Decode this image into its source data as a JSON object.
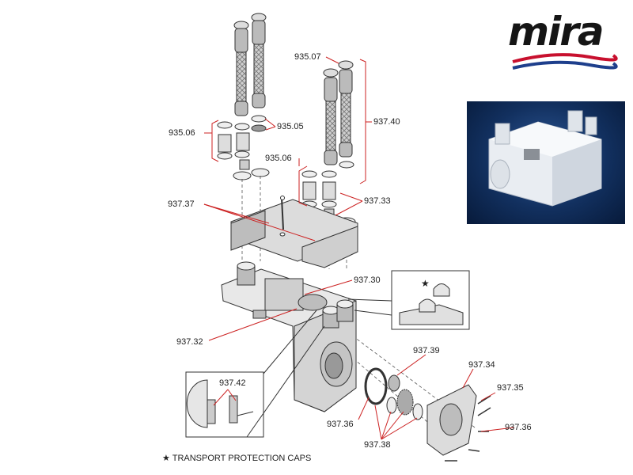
{
  "brand": {
    "name": "mira",
    "color": "#151515",
    "swoosh_colors": [
      "#c8102e",
      "#1e3f8c"
    ]
  },
  "callouts": {
    "c935_07": "935.07",
    "c937_40": "937.40",
    "c935_06a": "935.06",
    "c935_05": "935.05",
    "c935_06b": "935.06",
    "c937_37": "937.37",
    "c937_33": "937.33",
    "c937_30": "937.30",
    "c937_32": "937.32",
    "c937_39": "937.39",
    "c937_34": "937.34",
    "c937_42": "937.42",
    "c937_35": "937.35",
    "c937_36a": "937.36",
    "c937_36b": "937.36",
    "c937_38": "937.38"
  },
  "note": {
    "star": "★",
    "text": "TRANSPORT PROTECTION CAPS"
  },
  "inset_star": "★",
  "colors": {
    "leader": "#cc2222",
    "line": "#333333",
    "part_fill": "#e6e6e6"
  }
}
